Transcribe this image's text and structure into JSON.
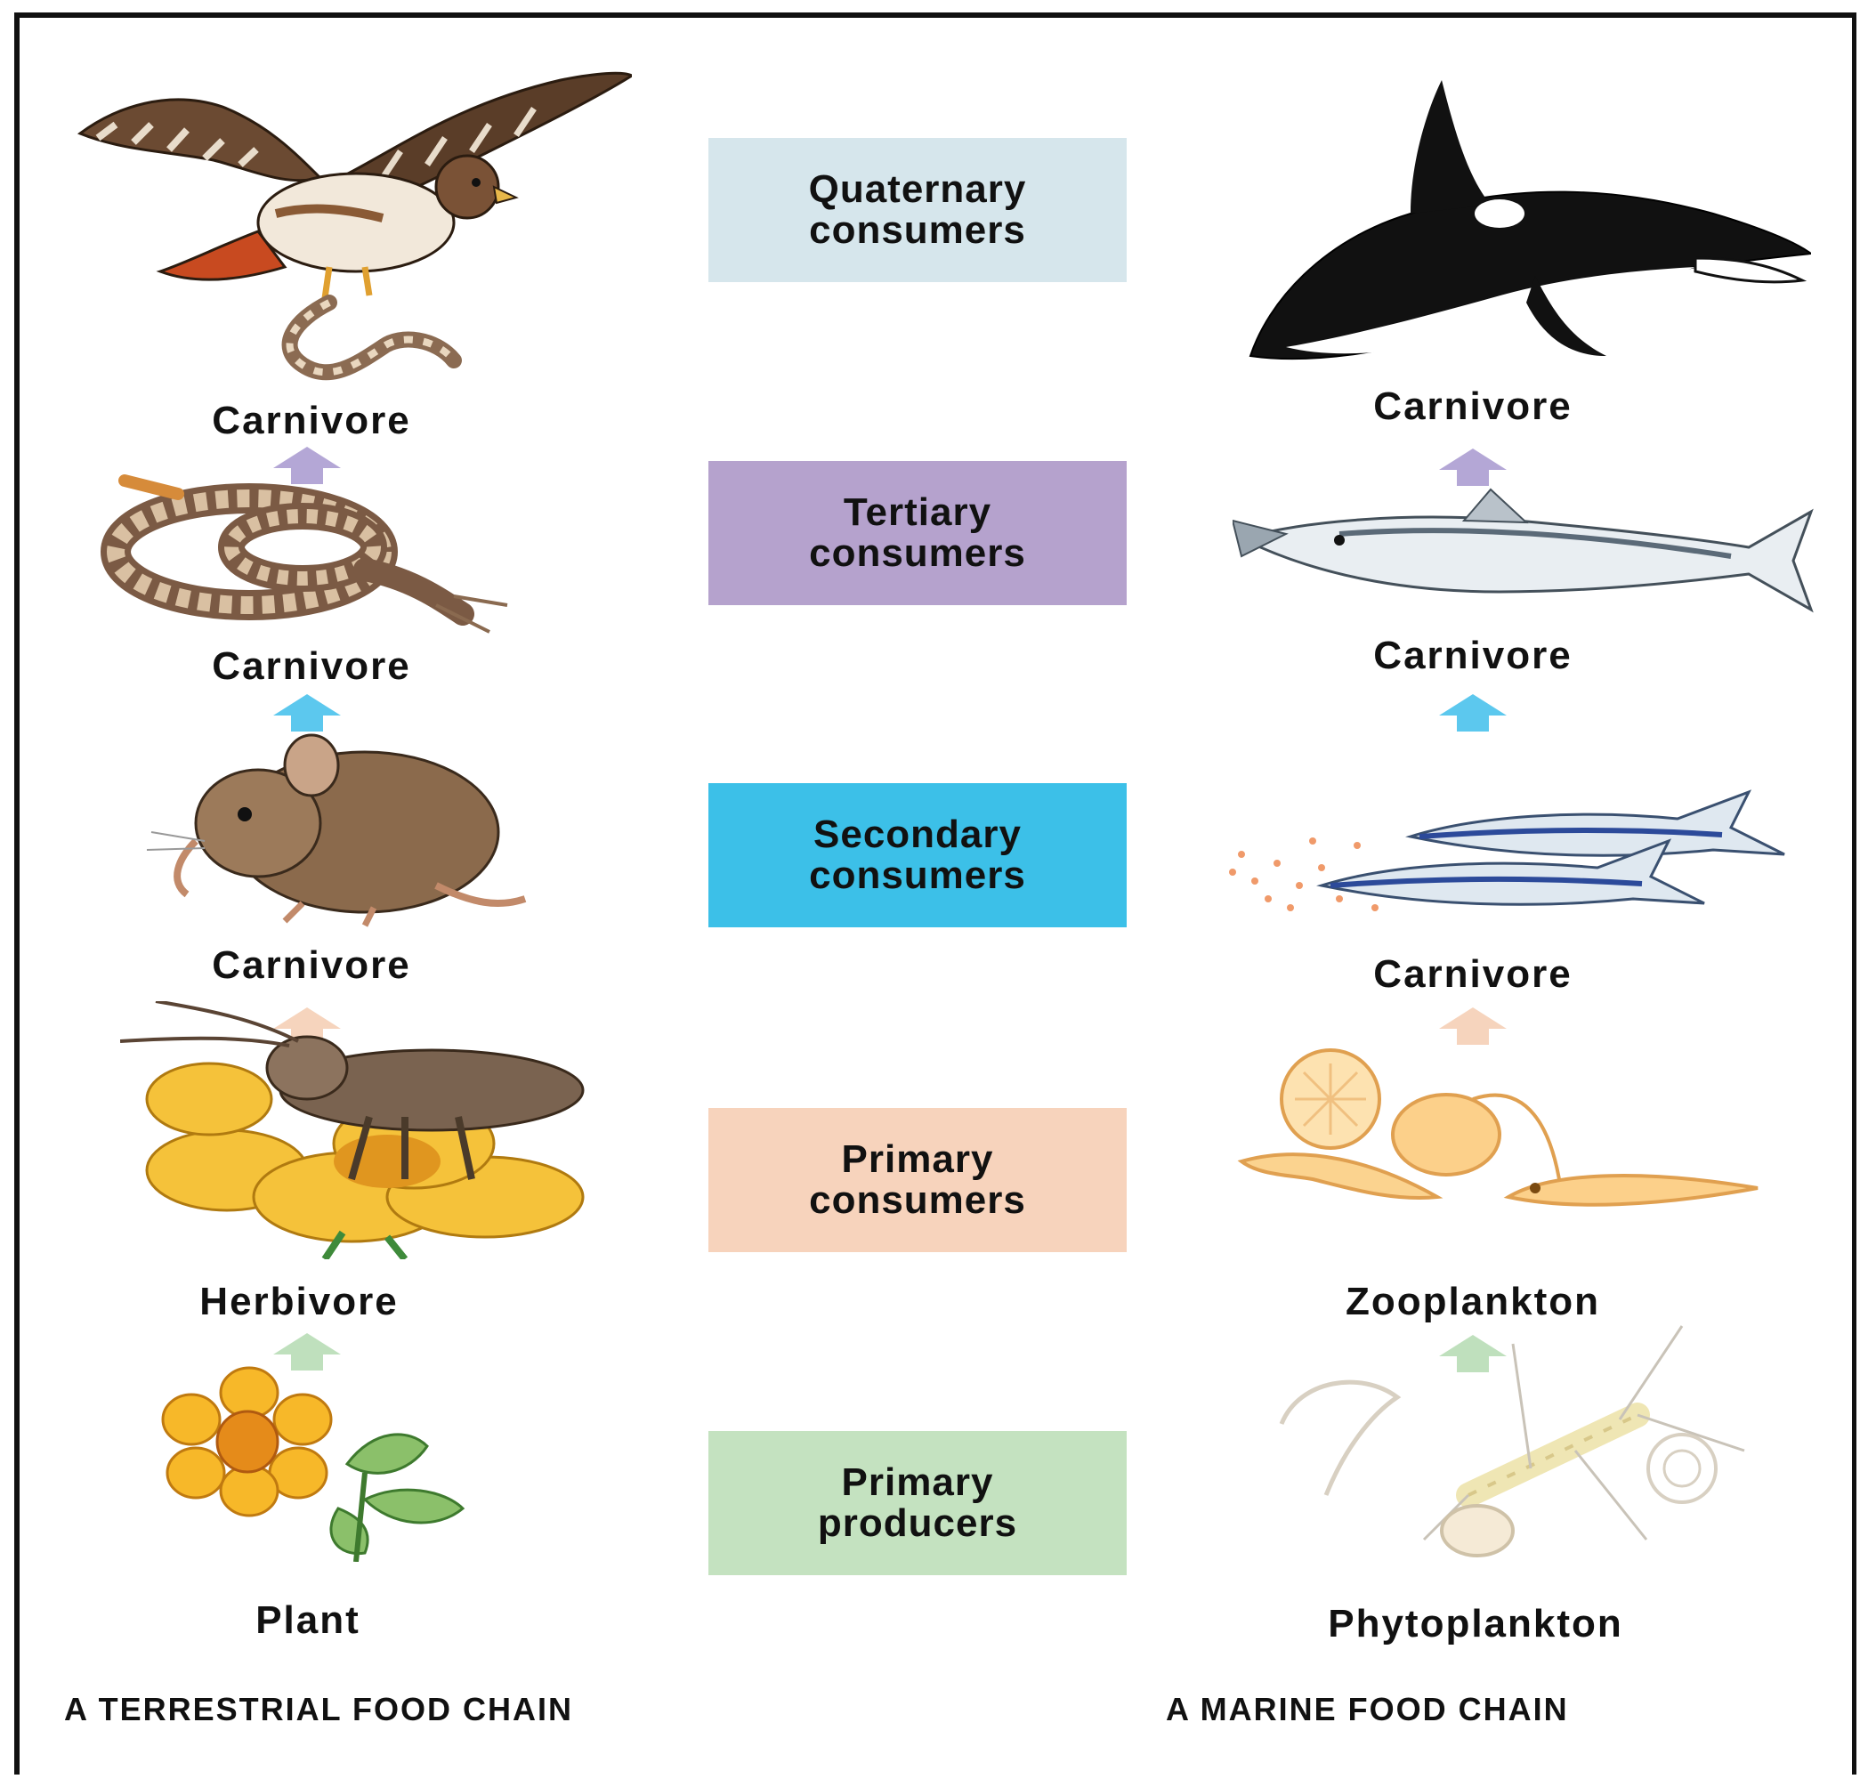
{
  "levels": [
    {
      "line1": "Quaternary",
      "line2": "consumers",
      "color": "#d6e6ec"
    },
    {
      "line1": "Tertiary",
      "line2": "consumers",
      "color": "#b5a2cd"
    },
    {
      "line1": "Secondary",
      "line2": "consumers",
      "color": "#3cc0e8"
    },
    {
      "line1": "Primary",
      "line2": "consumers",
      "color": "#f7d3bc"
    },
    {
      "line1": "Primary",
      "line2": "producers",
      "color": "#c4e2c0"
    }
  ],
  "terrestrial": {
    "title": "A TERRESTRIAL FOOD CHAIN",
    "labels": [
      "Carnivore",
      "Carnivore",
      "Carnivore",
      "Herbivore",
      "Plant"
    ]
  },
  "marine": {
    "title": "A MARINE FOOD CHAIN",
    "labels": [
      "Carnivore",
      "Carnivore",
      "Carnivore",
      "Zooplankton",
      "Phytoplankton"
    ]
  },
  "arrow_colors": [
    "#b4a7d6",
    "#5cc8ee",
    "#f6d4bd",
    "#bfe0bd"
  ]
}
